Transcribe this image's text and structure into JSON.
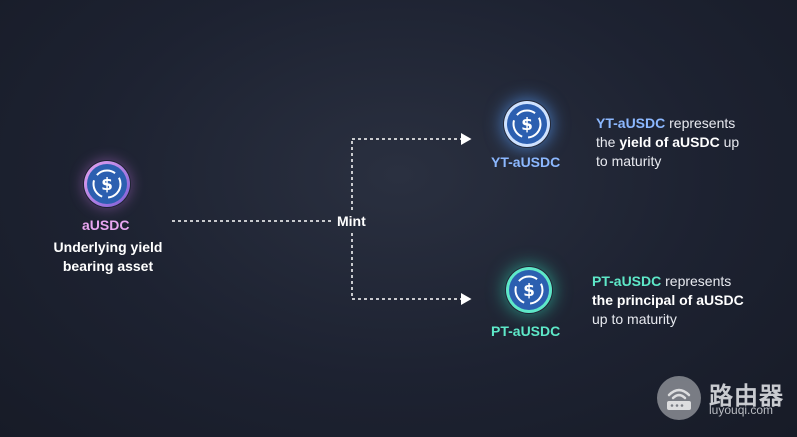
{
  "source": {
    "token_label": "aUSDC",
    "subtitle_line1": "Underlying yield",
    "subtitle_line2": "bearing asset",
    "icon": "usdc-icon",
    "glow_color": "#c878e6"
  },
  "connector": {
    "label": "Mint"
  },
  "yt": {
    "token_label": "YT-aUSDC",
    "icon": "usdc-icon",
    "color": "#8cb8ff",
    "desc_name": "YT-aUSDC",
    "desc_rest1": " represents",
    "desc_line2_prefix": "the ",
    "desc_bold": "yield of aUSDC",
    "desc_line2_suffix": " up",
    "desc_line3": "to maturity"
  },
  "pt": {
    "token_label": "PT-aUSDC",
    "icon": "usdc-icon",
    "color": "#5ee8c8",
    "desc_name": "PT-aUSDC",
    "desc_rest1": " represents",
    "desc_bold": "the principal of aUSDC",
    "desc_line3": "up to maturity"
  },
  "watermark": {
    "title": "路由器",
    "url": "luyouqi.com",
    "icon": "router-icon"
  }
}
